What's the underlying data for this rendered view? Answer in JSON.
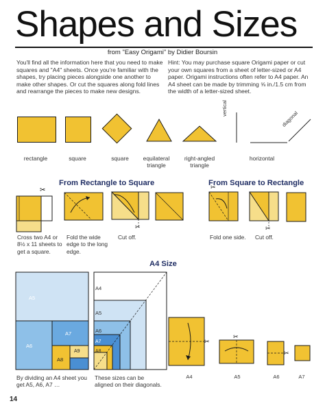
{
  "title": "Shapes and Sizes",
  "byline": "from \"Easy Origami\" by Didier Boursin",
  "intro_left": "You'll find all the information here that you need to make squares and \"A4\" sheets. Once you're familiar with the shapes, try placing pieces alongside one another to make other shapes. Or cut the squares along fold lines and rearrange the pieces to make new designs.",
  "intro_right": "Hint: You may purchase square Origami paper or cut your own squares from a sheet of letter-sized or A4 paper. Origami instructions often refer to A4 paper. An A4 sheet can be made by trimming ⅝ in./1.5 cm from the width of a letter-sized sheet.",
  "shapes": {
    "rectangle": "rectangle",
    "square": "square",
    "square2": "square",
    "equilateral": "equilateral triangle",
    "right_angled": "right-angled triangle",
    "vertical": "vertical",
    "horizontal": "horizontal",
    "diagonal": "diagonal"
  },
  "rect_to_square": {
    "heading": "From Rectangle to Square",
    "step1": "Cross two A4 or 8½ x 11 sheets to get a square.",
    "step2": "Fold the wide edge to the long edge.",
    "step3": "Cut off."
  },
  "square_to_rect": {
    "heading": "From Square to Rectangle",
    "step1": "Fold one side.",
    "step2": "Cut off."
  },
  "a4": {
    "heading": "A4 Size",
    "left_labels": [
      "A5",
      "A6",
      "A7",
      "A8",
      "A9"
    ],
    "right_labels": [
      "A4",
      "A5",
      "A6",
      "A7",
      "A8"
    ],
    "bottom_labels": [
      "A4",
      "A5",
      "A6",
      "A7"
    ],
    "caption_left": "By dividing an A4 sheet you get A5, A6, A7 …",
    "caption_right": "These sizes can be aligned on their diagonals."
  },
  "page_number": "14",
  "colors": {
    "yellow": "#f1c232",
    "light_yellow": "#f6de8a",
    "blue_light": "#cfe3f4",
    "blue_mid": "#8ec0e8",
    "blue_dark": "#4a8fd3",
    "heading_navy": "#1f2d63"
  }
}
